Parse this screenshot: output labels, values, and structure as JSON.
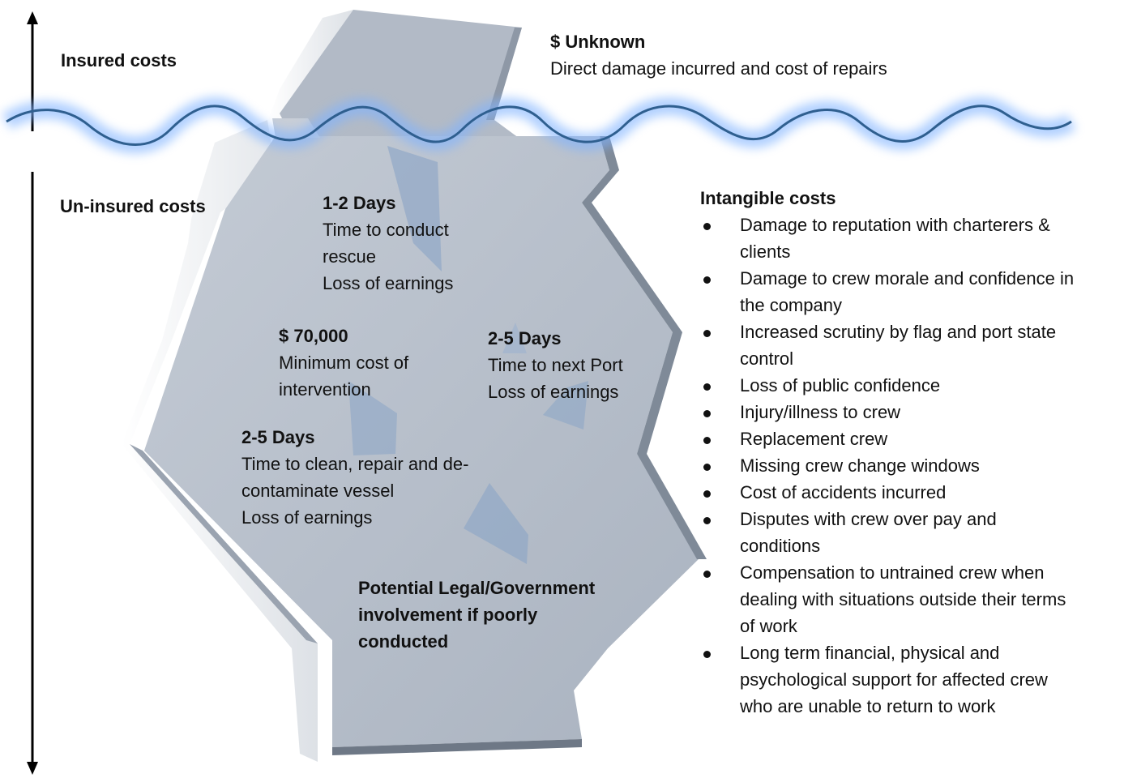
{
  "axis": {
    "insured_label": "Insured costs",
    "uninsured_label": "Un-insured costs"
  },
  "above_water": {
    "title": "$ Unknown",
    "lines": [
      "Direct damage incurred and cost of repairs"
    ]
  },
  "blocks": [
    {
      "id": "rescue",
      "title": "1-2 Days",
      "lines": [
        "Time to conduct",
        "rescue",
        "Loss of earnings"
      ]
    },
    {
      "id": "intervention",
      "title": "$ 70,000",
      "lines": [
        "Minimum cost of",
        "intervention"
      ]
    },
    {
      "id": "next-port",
      "title": "2-5 Days",
      "lines": [
        "Time to next Port",
        "Loss of earnings"
      ]
    },
    {
      "id": "clean-repair",
      "title": "2-5 Days",
      "lines": [
        "Time to clean, repair and de-",
        "contaminate vessel",
        "Loss of earnings"
      ]
    },
    {
      "id": "legal",
      "title": "",
      "bold_lines": [
        "Potential Legal/Government",
        "involvement if poorly",
        "conducted"
      ]
    }
  ],
  "intangible": {
    "title": "Intangible costs",
    "items": [
      [
        "Damage to reputation with charterers &",
        "clients"
      ],
      [
        "Damage to crew morale and confidence in",
        "the company"
      ],
      [
        "Increased scrutiny by flag and port state",
        "control"
      ],
      [
        "Loss of public confidence"
      ],
      [
        "Injury/illness to crew"
      ],
      [
        "Replacement crew"
      ],
      [
        "Missing crew change windows"
      ],
      [
        "Cost of accidents incurred"
      ],
      [
        "Disputes with crew over pay and",
        "conditions"
      ],
      [
        "Compensation to untrained crew when",
        "dealing with situations outside their terms",
        "of work"
      ],
      [
        "Long term financial, physical and",
        "psychological support for affected crew",
        "who are unable to return to work"
      ]
    ]
  },
  "colors": {
    "iceberg_face": "#b4bcc8",
    "iceberg_side": "#eef0f3",
    "iceberg_shadow": "#8e98a6",
    "water_line": "#2f5f8f",
    "water_glow": "#7fb2ff",
    "shard": "#8ea6c6"
  }
}
